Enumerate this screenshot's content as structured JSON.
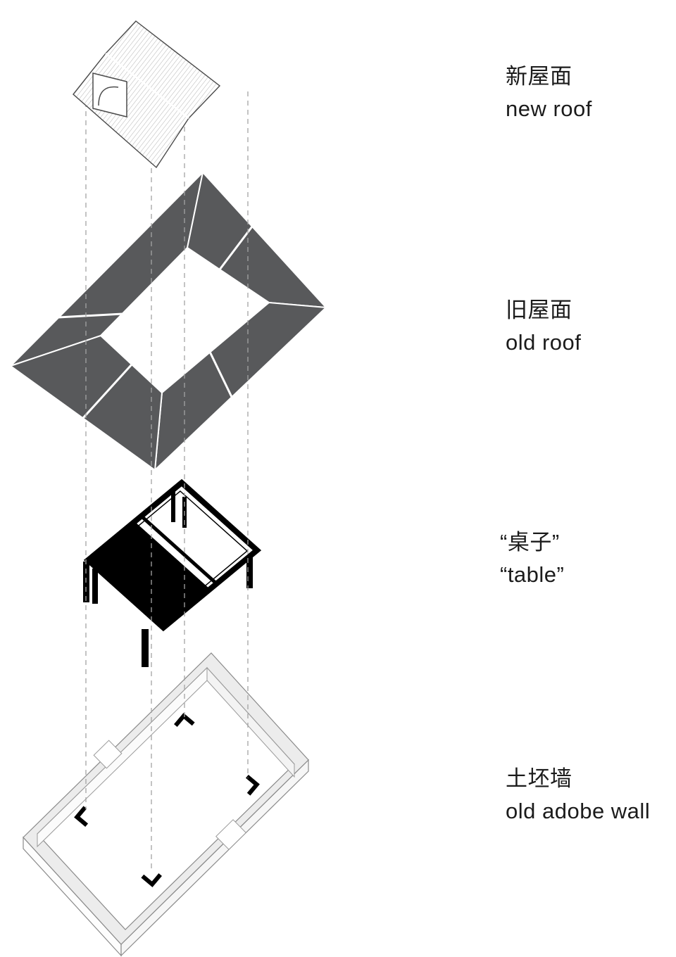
{
  "layers": [
    {
      "zh": "新屋面",
      "en": "new roof"
    },
    {
      "zh": "旧屋面",
      "en": "old roof"
    },
    {
      "zh": "“桌子”",
      "en": "“table”"
    },
    {
      "zh": "土坯墙",
      "en": "old adobe wall"
    }
  ],
  "colors": {
    "old_roof": "#58595b",
    "table_black": "#000000",
    "wall_top": "#ececec",
    "wall_side": "#f8f8f8",
    "guide": "#a3a3a3",
    "text": "#1b1b1b"
  }
}
